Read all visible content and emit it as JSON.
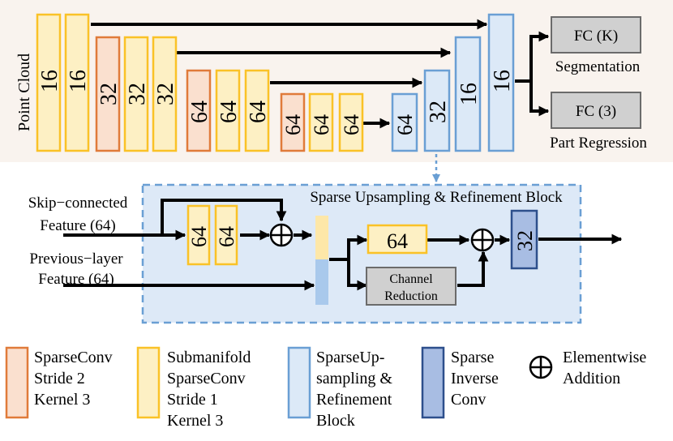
{
  "colors": {
    "sparseconv_fill": "#fae0cf",
    "sparseconv_stroke": "#e07b3a",
    "submanifold_fill": "#fdf0c4",
    "submanifold_stroke": "#fac227",
    "upsample_fill": "#dce9f7",
    "upsample_stroke": "#6a9fd4",
    "inverse_fill": "#a8bde3",
    "inverse_stroke": "#2d4f8c",
    "fc_fill": "#d0d0d0",
    "fc_stroke": "#6b6b6b",
    "background_panel": "#f9f3ee",
    "refine_panel": "#dde9f7"
  },
  "encoder": {
    "input_label": "Point Cloud",
    "stage1": [
      "16",
      "16"
    ],
    "stage2": [
      "32",
      "32",
      "32"
    ],
    "stage3": [
      "64",
      "64",
      "64"
    ],
    "stage4": [
      "64",
      "64",
      "64"
    ]
  },
  "decoder": {
    "blocks": [
      "64",
      "32",
      "16",
      "16"
    ]
  },
  "heads": {
    "seg_fc": "FC (K)",
    "seg_label": "Segmentation",
    "part_fc": "FC (3)",
    "part_label": "Part Regression"
  },
  "refine": {
    "title": "Sparse Upsampling & Refinement Block",
    "skip_label_1": "Skip−connected",
    "skip_label_2": "Feature (64)",
    "prev_label_1": "Previous−layer",
    "prev_label_2": "Feature (64)",
    "skip_blocks": [
      "64",
      "64"
    ],
    "middle_block": "64",
    "channel_label_1": "Channel",
    "channel_label_2": "Reduction",
    "inverse_block": "32"
  },
  "legend": {
    "sparseconv": [
      "SparseConv",
      "Stride 2",
      "Kernel 3"
    ],
    "submanifold": [
      "Submanifold",
      "SparseConv",
      "Stride 1",
      "Kernel 3"
    ],
    "upsample": [
      "SparseUp-",
      "sampling &",
      "Refinement",
      "Block"
    ],
    "inverse": [
      "Sparse",
      "Inverse",
      "Conv"
    ],
    "addition": [
      "Elementwise",
      "Addition"
    ]
  }
}
